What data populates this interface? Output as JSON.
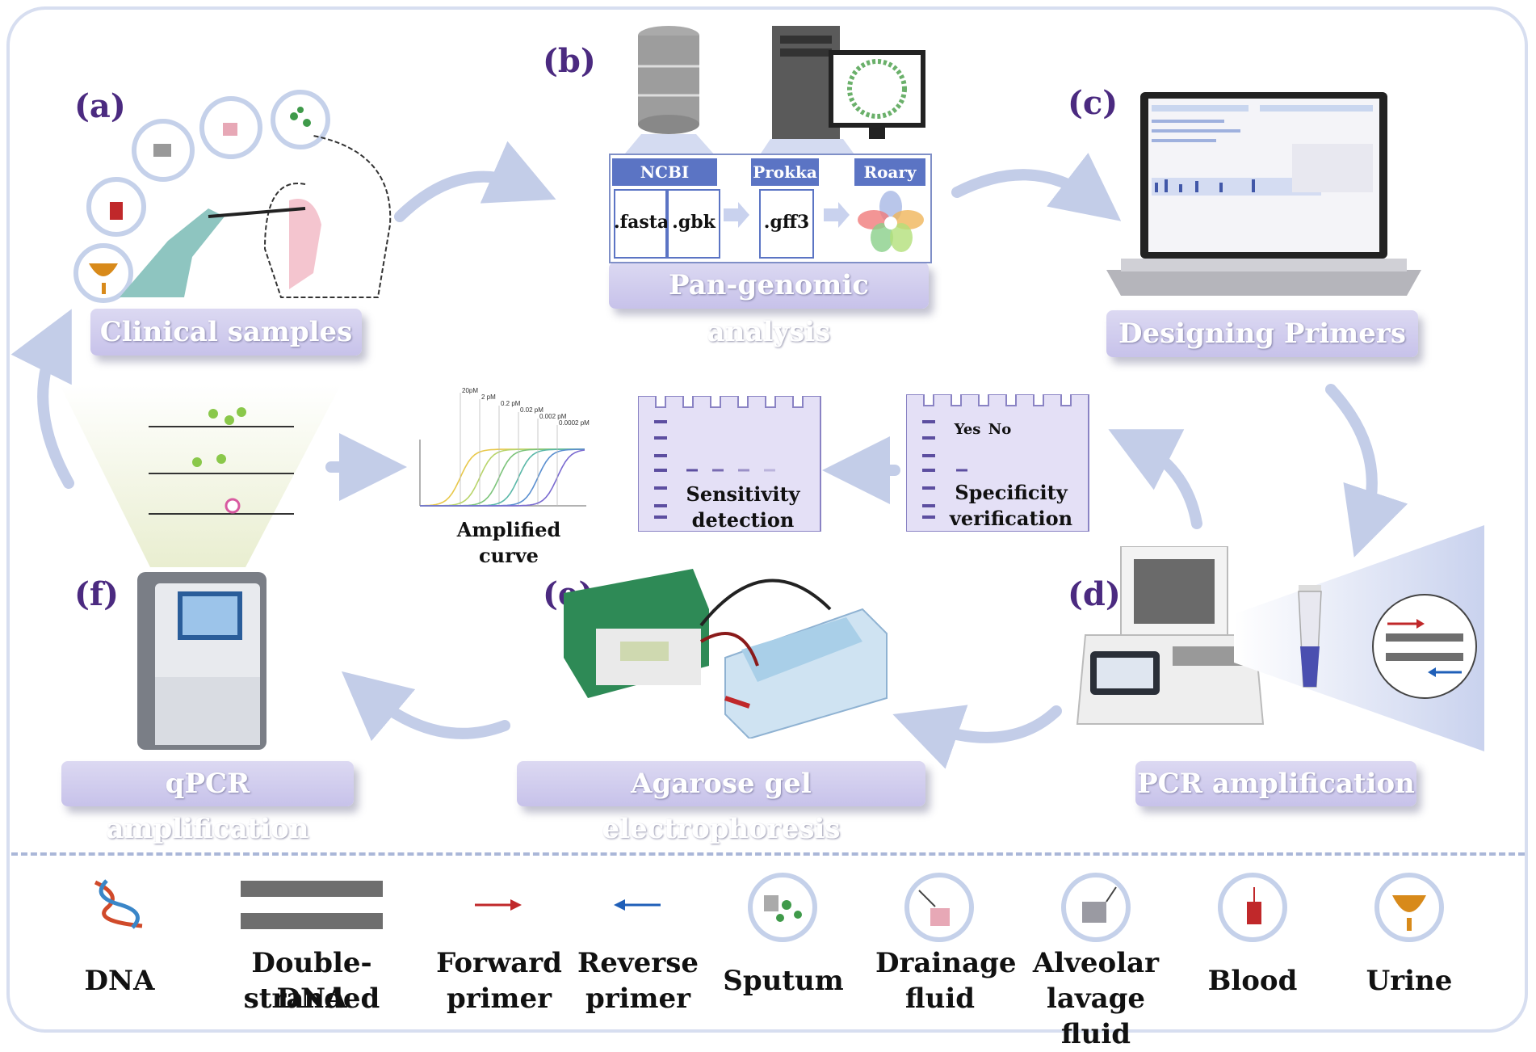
{
  "panels": {
    "a": "(a)",
    "b": "(b)",
    "c": "(c)",
    "d": "(d)",
    "e": "(e)",
    "f": "(f)"
  },
  "stages": {
    "clinical": "Clinical samples",
    "pangenomic": "Pan-genomic analysis",
    "primers": "Designing Primers",
    "pcr": "PCR amplification",
    "agarose": "Agarose gel electrophoresis",
    "qpcr": "qPCR amplification"
  },
  "pipeline": {
    "ncbi": "NCBI",
    "prokka": "Prokka",
    "roary": "Roary",
    "fasta": ".fasta",
    "gbk": ".gbk",
    "gff3": ".gff3"
  },
  "gels": {
    "sensitivity_line1": "Sensitivity",
    "sensitivity_line2": "detection",
    "specificity_line1": "Specificity",
    "specificity_line2": "verification",
    "yes": "Yes",
    "no": "No"
  },
  "curve": {
    "caption": "Amplified curve",
    "concentrations": [
      "20pM",
      "2 pM",
      "0.2 pM",
      "0.02 pM",
      "0.002 pM",
      "0.0002 pM"
    ],
    "colors": [
      "#e8c84a",
      "#b8d46a",
      "#7cc47a",
      "#5ab8a8",
      "#5a8fd0",
      "#7a6ad0"
    ]
  },
  "legend": {
    "dna": "DNA",
    "ds_line1": "Double-stranded",
    "ds_line2": "DNA",
    "fwd_line1": "Forward",
    "fwd_line2": "primer",
    "rev_line1": "Reverse",
    "rev_line2": "primer",
    "sputum": "Sputum",
    "drain_line1": "Drainage",
    "drain_line2": "fluid",
    "alv_line1": "Alveolar",
    "alv_line2": "lavage fluid",
    "blood": "Blood",
    "urine": "Urine"
  },
  "colors": {
    "panel_letter": "#4b2a80",
    "arrow": "#c3cde8",
    "label_bg": "#cdc8ec",
    "forward_primer": "#c0282a",
    "reverse_primer": "#1f5fb8",
    "gel": "#e4e0f6"
  }
}
